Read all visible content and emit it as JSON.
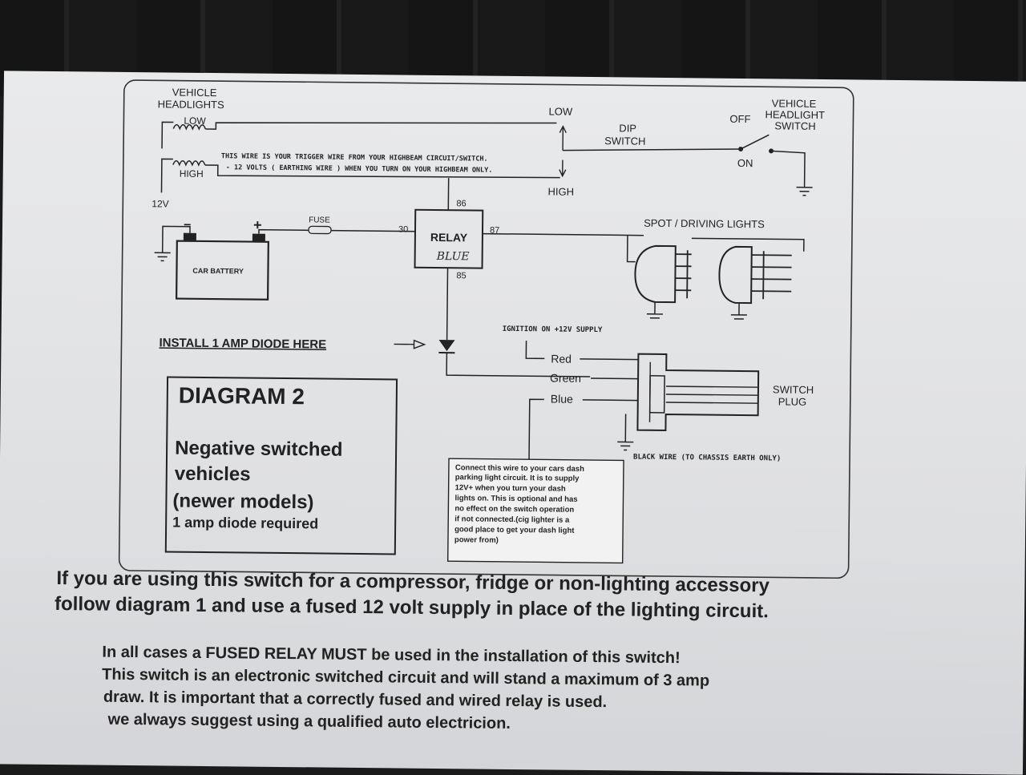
{
  "diagram": {
    "vehicle_headlights": [
      "VEHICLE",
      "HEADLIGHTS"
    ],
    "low_left": "LOW",
    "high_left": "HIGH",
    "v12": "12V",
    "low_right": "LOW",
    "high_right": "HIGH",
    "dip_switch": [
      "DIP",
      "SWITCH"
    ],
    "off": "OFF",
    "on": "ON",
    "vehicle_headlight_switch": [
      "VEHICLE",
      "HEADLIGHT",
      "SWITCH"
    ],
    "trigger_note": [
      "THIS WIRE IS YOUR TRIGGER WIRE FROM YOUR HIGHBEAM CIRCUIT/SWITCH.",
      "- 12 VOLTS ( EARTHING  WIRE ) WHEN YOU TURN ON YOUR HIGHBEAM ONLY."
    ],
    "fuse": "FUSE",
    "car_battery": "CAR BATTERY",
    "minus": "−",
    "plus": "+",
    "pin30": "30",
    "pin86": "86",
    "pin87": "87",
    "pin85": "85",
    "relay": "RELAY",
    "relay_handwritten": "BLUE",
    "spot_driving_lights": "SPOT / DRIVING LIGHTS",
    "install_diode": "INSTALL 1 AMP DIODE HERE",
    "ignition_supply": "IGNITION ON +12V SUPPLY",
    "wire_red": "Red",
    "wire_green": "Green",
    "wire_blue": "Blue",
    "switch_plug": [
      "SWITCH",
      "PLUG"
    ],
    "black_wire": "BLACK WIRE  (TO CHASSIS EARTH ONLY)",
    "dash_note": [
      "Connect this wire to your cars dash",
      "parking light circuit. It is to supply",
      "12V+ when you turn your dash",
      "lights on. This is optional and has",
      "no effect on the switch operation",
      "if not connected.(cig lighter is a",
      "good place to get your dash light",
      "power from)"
    ],
    "diagram_title": "DIAGRAM 2",
    "diagram_sub": [
      "Negative switched",
      "vehicles",
      "(newer models)"
    ],
    "diagram_req": "1 amp diode required"
  },
  "footer": {
    "para1": [
      "If you are using this switch for a compressor, fridge or non-lighting accessory",
      "follow diagram 1 and use a fused 12 volt supply in place of the lighting circuit."
    ],
    "para2": [
      "In all cases a FUSED RELAY MUST be used in the installation of this switch!",
      "This switch is an electronic switched circuit and will stand a maximum of 3 amp",
      "draw. It is important that a correctly fused and wired relay is used.",
      "we always suggest using a qualified auto electricion."
    ]
  }
}
